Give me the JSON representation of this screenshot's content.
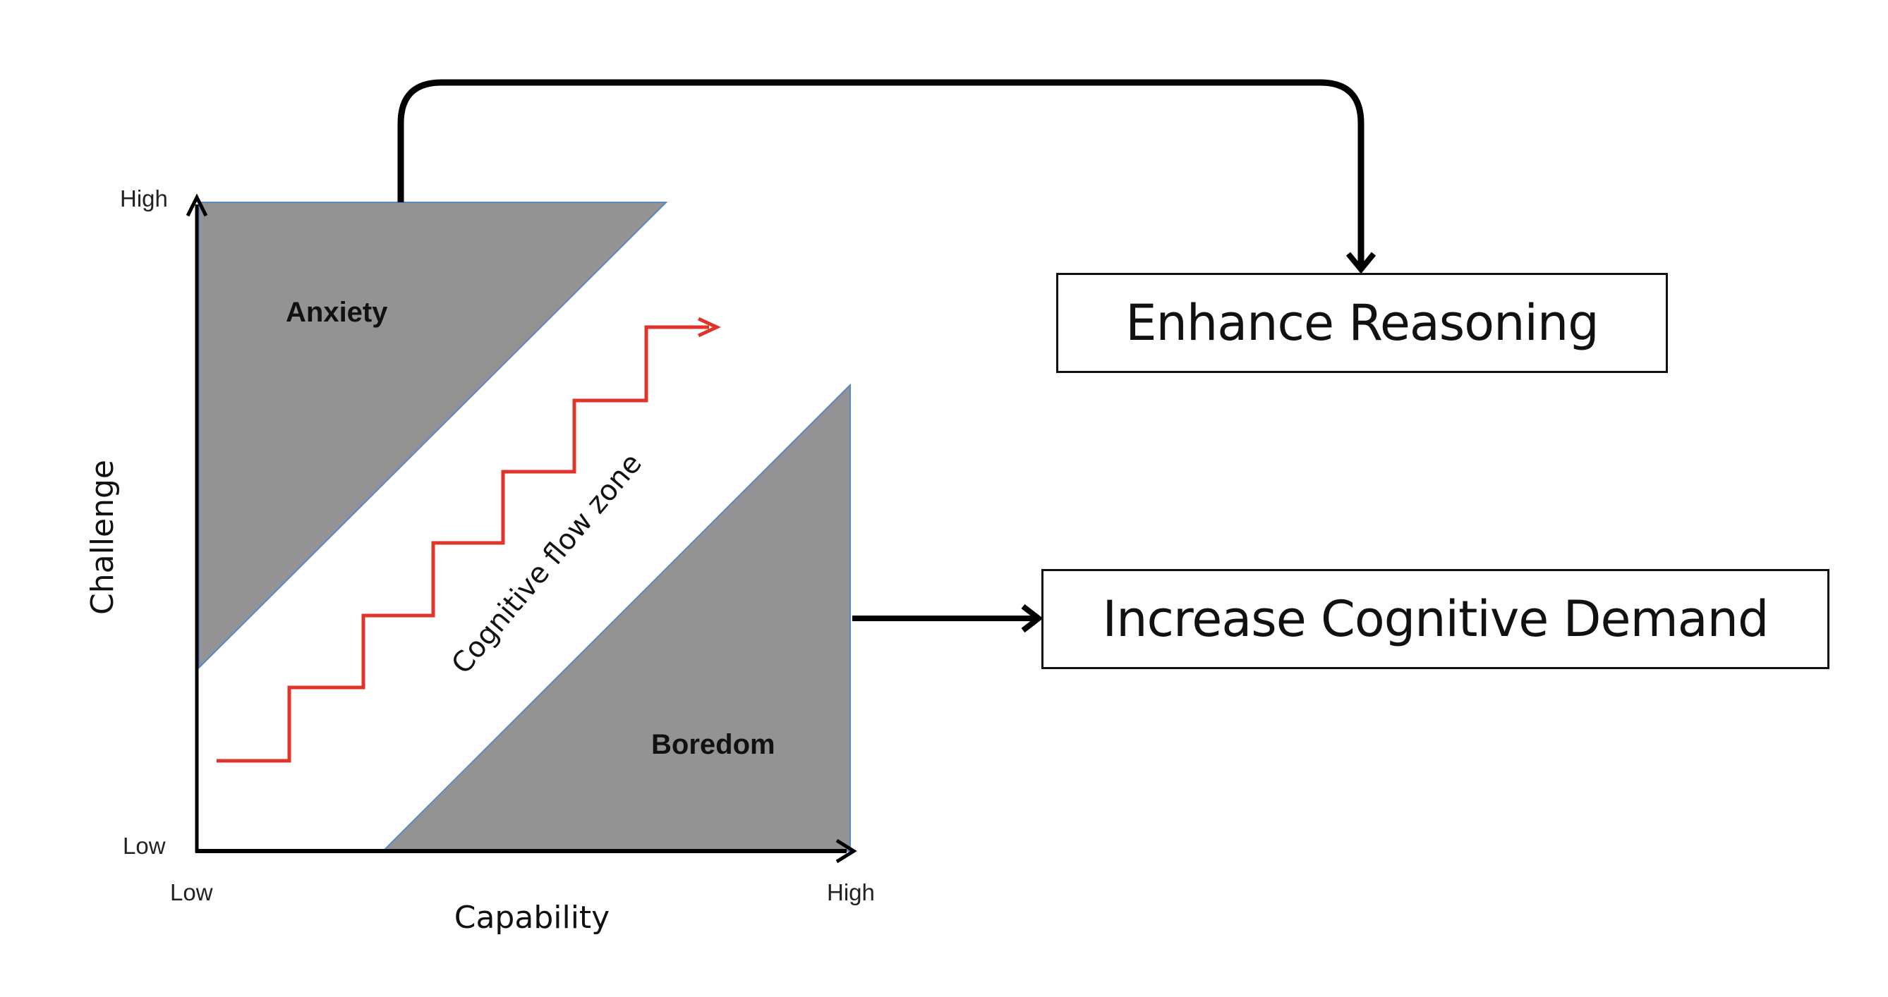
{
  "diagram": {
    "y_axis": {
      "label": "Challenge",
      "low": "Low",
      "high": "High"
    },
    "x_axis": {
      "label": "Capability",
      "low": "Low",
      "high": "High"
    },
    "regions": {
      "anxiety": "Anxiety",
      "boredom": "Boredom",
      "flow": "Cognitive flow zone"
    },
    "boxes": {
      "enhance": "Enhance Reasoning",
      "increase": "Increase Cognitive Demand"
    },
    "colors": {
      "region_fill": "#939393",
      "region_edge": "#5b86c8",
      "staircase": "#e0332a",
      "axis": "#000000"
    }
  }
}
